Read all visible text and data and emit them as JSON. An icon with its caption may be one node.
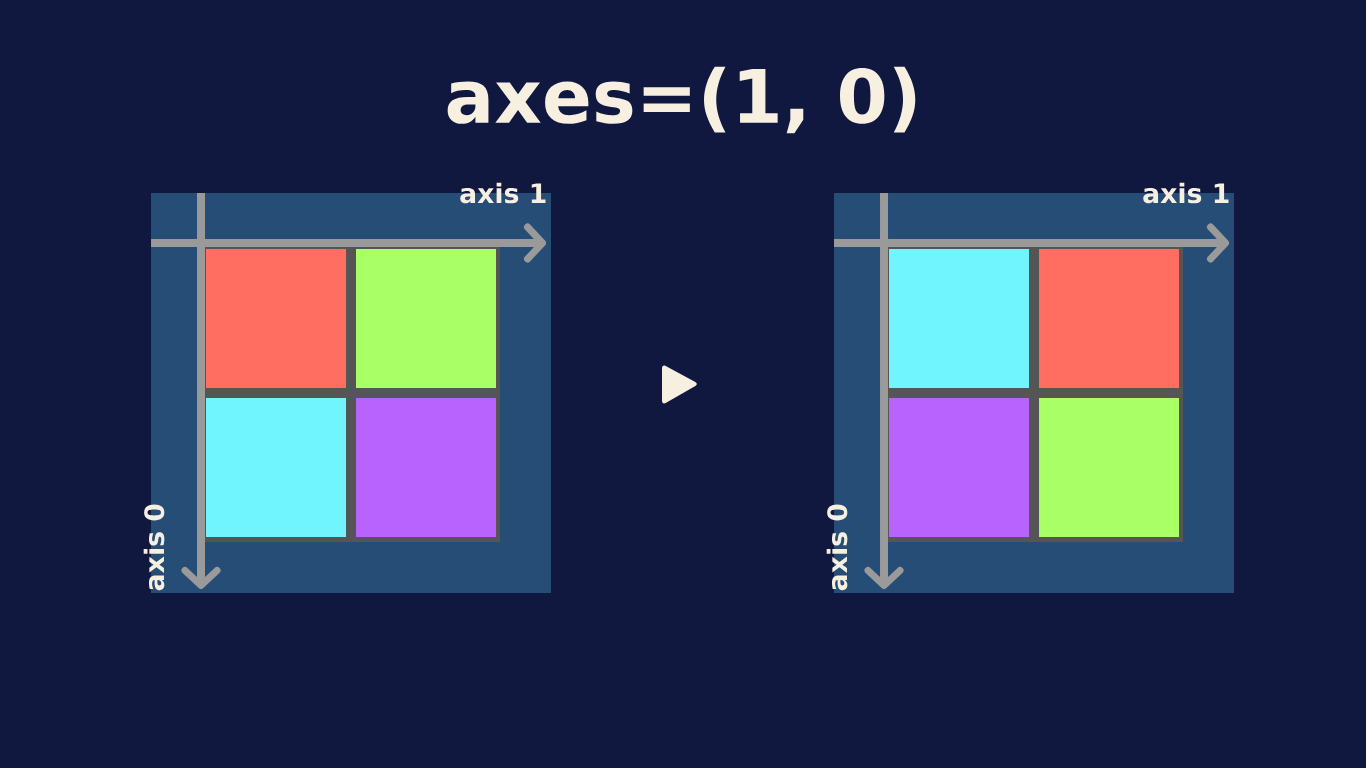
{
  "diagram": {
    "title": "axes=(1, 0)",
    "labels": [
      "axis 1",
      "axis 0",
      "axis 1",
      "axis 0"
    ]
  }
}
